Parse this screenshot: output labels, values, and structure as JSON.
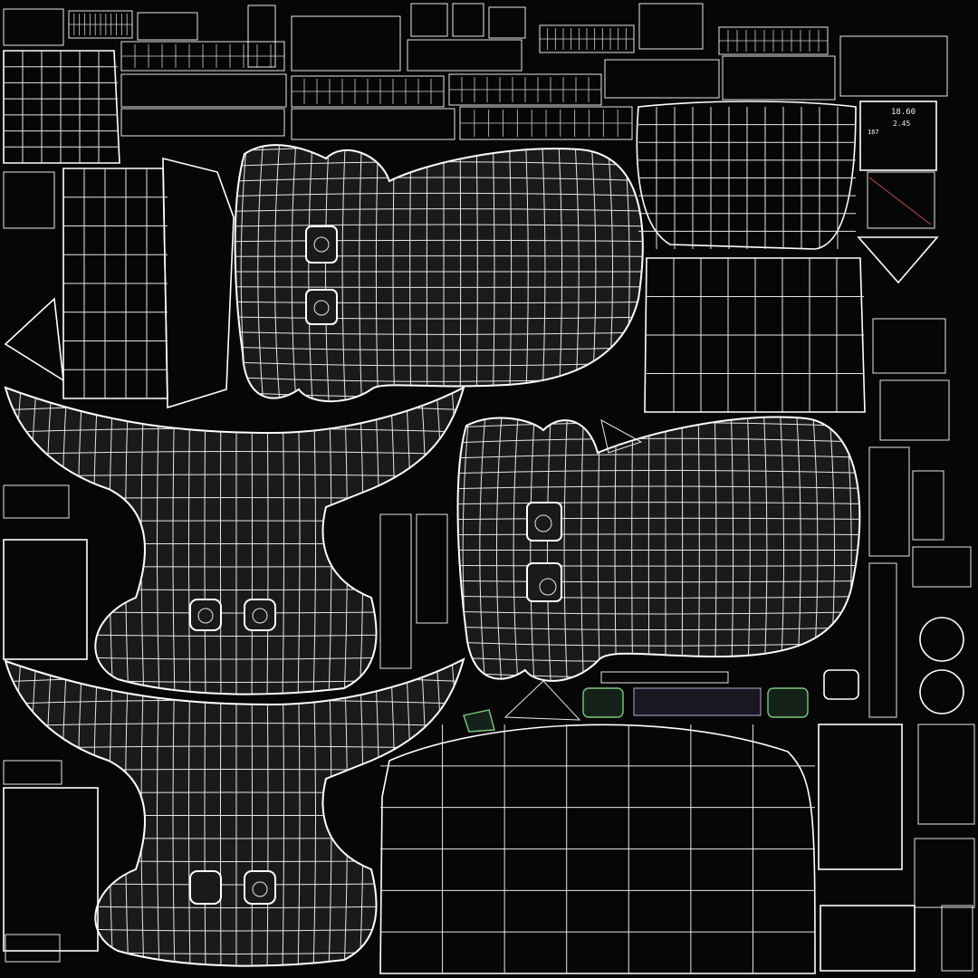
{
  "texture": {
    "kind": "uv-wireframe-layout",
    "background": "#060606",
    "wire_color": "#e6e6e6",
    "shell_fill": "#1a1a1a",
    "accent_green": "#7fc97f",
    "accent_violet": "#b9a8d8",
    "accent_red": "#c0504d"
  },
  "readout": {
    "line1": "18.60",
    "line2": "2.45",
    "value": "167"
  }
}
